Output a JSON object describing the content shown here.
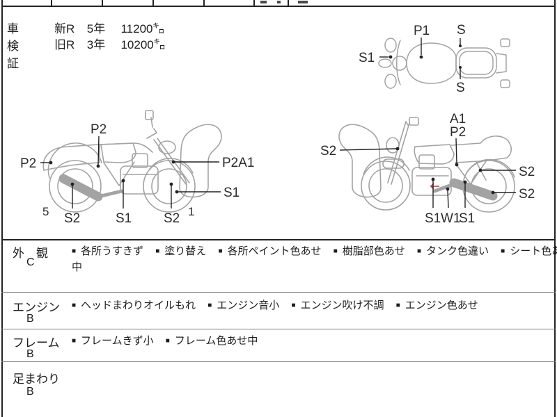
{
  "registration": {
    "label": "車検証",
    "rows": [
      {
        "era": "新R",
        "years": "5年",
        "distance": "11200㌔"
      },
      {
        "era": "旧R",
        "years": "3年",
        "distance": "10200㌔"
      }
    ]
  },
  "diagrams": {
    "top_view": {
      "labels": [
        "S1",
        "P1",
        "S",
        "S"
      ]
    },
    "left_side": {
      "labels": [
        "P2",
        "P2",
        "P2A1",
        "S1",
        "S2",
        "S1",
        "S2"
      ],
      "numbers": [
        "5",
        "1"
      ]
    },
    "right_side": {
      "labels": [
        "S2",
        "A1",
        "P2",
        "S2",
        "S2",
        "S1",
        "W1",
        "S1"
      ],
      "marker_color": "#c23434"
    }
  },
  "condition": {
    "bullet": "■",
    "rows": [
      {
        "label": "外　観",
        "grade": "C",
        "items": [
          "各所うすきず",
          "塗り替え",
          "各所ペイント色あせ",
          "樹脂部色あせ",
          "タンク色違い",
          "シート色あせ"
        ],
        "continuation": "中"
      },
      {
        "label": "エンジン",
        "grade": "B",
        "items": [
          "ヘッドまわりオイルもれ",
          "エンジン音小",
          "エンジン吹け不調",
          "エンジン色あせ"
        ],
        "continuation": ""
      },
      {
        "label": "フレーム",
        "grade": "B",
        "items": [
          "フレームきず小",
          "フレーム色あせ中"
        ],
        "continuation": ""
      },
      {
        "label": "足まわり",
        "grade": "B",
        "items": [],
        "continuation": ""
      }
    ]
  },
  "colors": {
    "outline": "#a3a3a3",
    "ink": "#232323",
    "marker": "#c23434"
  }
}
